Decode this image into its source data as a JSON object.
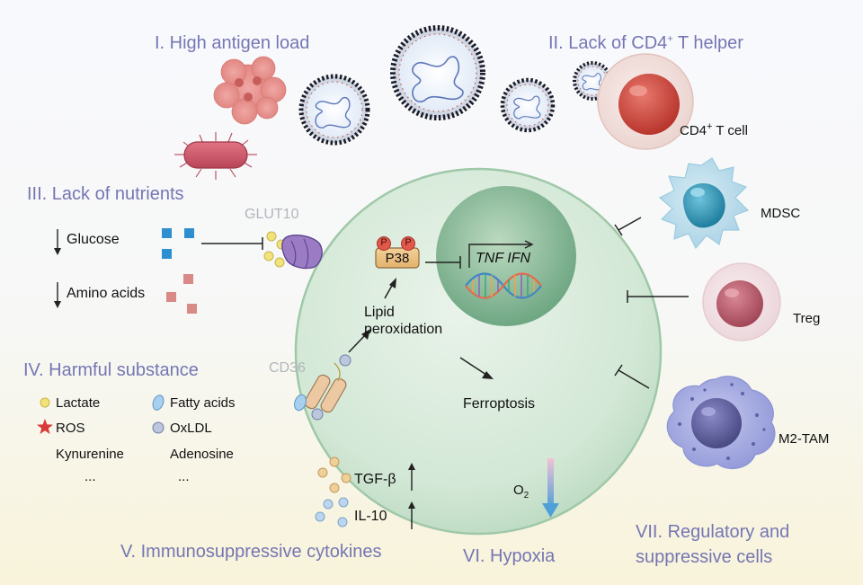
{
  "headings": {
    "antigen": "I. High antigen load",
    "cd4_main": "II. Lack of CD4",
    "cd4_sup": "+",
    "cd4_tail": " T helper",
    "nutrients": "III. Lack of nutrients",
    "harmful": "IV. Harmful substance",
    "cytokines": "V. Immunosuppressive cytokines",
    "hypoxia": "VI. Hypoxia",
    "regulatory_line1": "VII. Regulatory and",
    "regulatory_line2": "suppressive cells"
  },
  "nutrients": {
    "glucose": "Glucose",
    "amino_acids": "Amino acids"
  },
  "transporters": {
    "glut10": "GLUT10",
    "cd36": "CD36"
  },
  "cell_interior": {
    "p38": "P38",
    "phospho": "P",
    "genes": "TNF IFN",
    "lipid_line1": "Lipid",
    "lipid_line2": "peroxidation",
    "ferroptosis": "Ferroptosis"
  },
  "harmful_items": {
    "lactate": "Lactate",
    "fatty_acids": "Fatty acids",
    "ros": "ROS",
    "oxldl": "OxLDL",
    "kynurenine": "Kynurenine",
    "adenosine": "Adenosine",
    "ellipsis": "..."
  },
  "cytokine_items": {
    "tgf": "TGF-β",
    "il10": "IL-10"
  },
  "oxygen": {
    "main": "O",
    "sub": "2"
  },
  "cells": {
    "cd4_main": "CD4",
    "cd4_sup": "+",
    "cd4_tail": " T cell",
    "mdsc": "MDSC",
    "treg": "Treg",
    "m2tam": "M2-TAM"
  },
  "colors": {
    "heading": "#7576b3",
    "tcell_body": "#f4e0dc",
    "tcell_nucleus": "#c8443a",
    "mdsc_nucleus": "#2f9ab8",
    "treg_nucleus": "#b55a6a",
    "m2_body": "#a9aee0",
    "m2_nucleus": "#5f5f98",
    "glucose": "#2e8fd0",
    "amino_acid": "#d98a86",
    "lactate": "#f2e27a",
    "ros": "#d93a3a"
  }
}
